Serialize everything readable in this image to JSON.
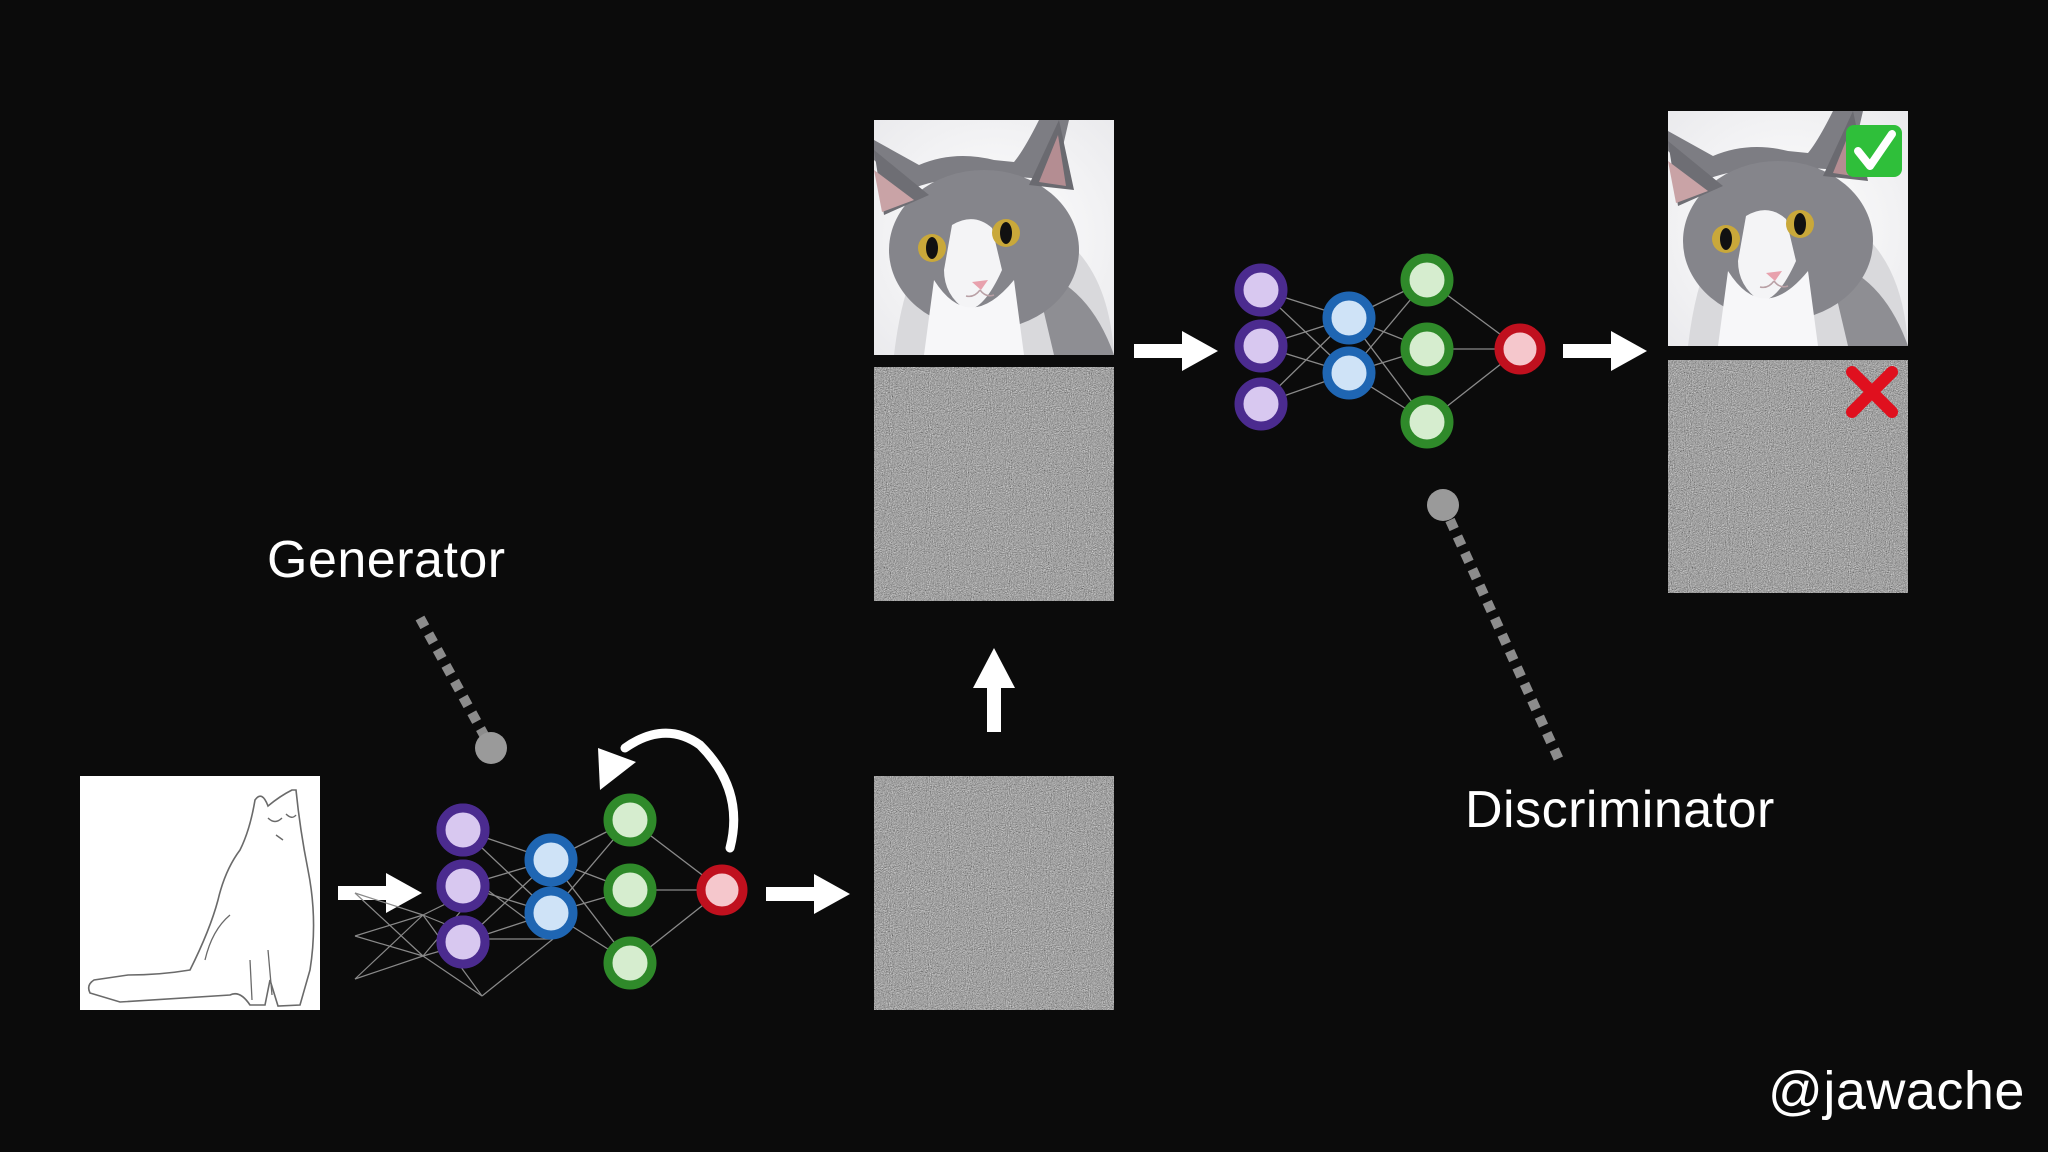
{
  "labels": {
    "generator": "Generator",
    "discriminator": "Discriminator",
    "credit": "@jawache"
  },
  "icons": {
    "real_verdict": "green-check-icon",
    "fake_verdict": "red-cross-icon",
    "feedback": "curved-feedback-arrow-icon"
  },
  "colors": {
    "background": "#0b0b0b",
    "input_layer": "#4b2b8f",
    "hidden_layer_1": "#1f66b3",
    "hidden_layer_2": "#2f8a2a",
    "output_node": "#c0101e",
    "check_green": "#2fbf3a",
    "cross_red": "#e0101e"
  }
}
